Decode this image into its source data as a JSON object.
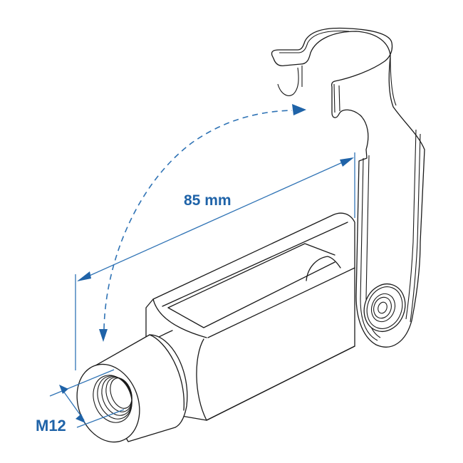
{
  "diagram": {
    "subject": "clevis fork head with spring safety clip",
    "colors": {
      "outline": "#1a1a1a",
      "dimension": "#2f73b5",
      "label": "#1f63a8",
      "background": "#ffffff"
    },
    "dimensions": {
      "length_label": "85 mm",
      "thread_label": "M12"
    },
    "annotations": {
      "rotation_arrow": "dashed curved arrow indicating the clip swings over"
    }
  }
}
